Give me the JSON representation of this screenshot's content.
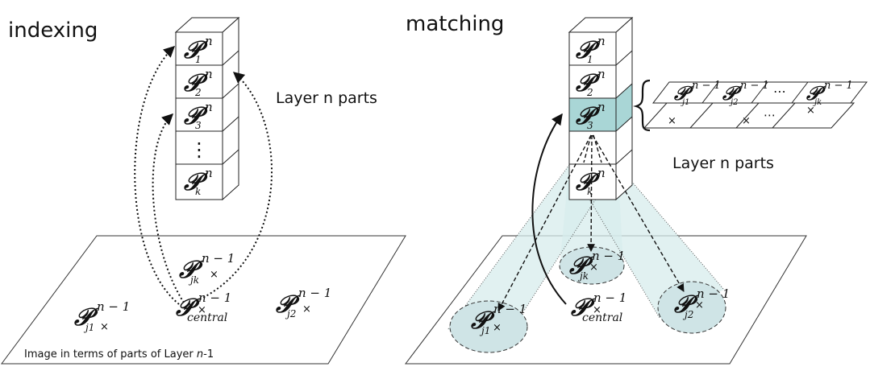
{
  "left": {
    "heading": "indexing",
    "layer_label": "Layer n parts",
    "caption_prefix": "Image in terms of parts of Layer ",
    "caption_var": "n",
    "caption_suffix": "-1",
    "stack": [
      {
        "sym": "𝒫",
        "sub": "1",
        "sup": "n"
      },
      {
        "sym": "𝒫",
        "sub": "2",
        "sup": "n"
      },
      {
        "sym": "𝒫",
        "sub": "3",
        "sup": "n"
      },
      {
        "sym": "⋮",
        "sub": "",
        "sup": ""
      },
      {
        "sym": "𝒫",
        "sub": "k",
        "sup": "n"
      }
    ],
    "plane_parts": [
      {
        "sym": "𝒫",
        "sub": "jk",
        "sup": "n − 1",
        "mark": "×"
      },
      {
        "sym": "𝒫",
        "sub": "central",
        "sup": "n − 1",
        "mark": "×"
      },
      {
        "sym": "𝒫",
        "sub": "j2",
        "sup": "n − 1",
        "mark": "×"
      },
      {
        "sym": "𝒫",
        "sub": "j1",
        "sup": "n − 1",
        "mark": "×"
      }
    ]
  },
  "right": {
    "heading": "matching",
    "layer_label": "Layer n parts",
    "stack": [
      {
        "sym": "𝒫",
        "sub": "1",
        "sup": "n"
      },
      {
        "sym": "𝒫",
        "sub": "2",
        "sup": "n"
      },
      {
        "sym": "𝒫",
        "sub": "3",
        "sup": "n"
      },
      {
        "sym": "",
        "sub": "",
        "sup": ""
      },
      {
        "sym": "𝒫",
        "sub": "k",
        "sup": "n"
      }
    ],
    "table_top": [
      {
        "sym": "𝒫",
        "sub": "j1",
        "sup": "n − 1"
      },
      {
        "sym": "𝒫",
        "sub": "j2",
        "sup": "n − 1"
      },
      {
        "sym": "⋯",
        "sub": "",
        "sup": ""
      },
      {
        "sym": "𝒫",
        "sub": "jk",
        "sup": "n − 1"
      }
    ],
    "table_bottom": [
      "×",
      "",
      "×",
      "⋯",
      "×"
    ],
    "plane_parts": [
      {
        "sym": "𝒫",
        "sub": "jk",
        "sup": "n − 1",
        "mark": "×"
      },
      {
        "sym": "𝒫",
        "sub": "central",
        "sup": "n − 1",
        "mark": "×"
      },
      {
        "sym": "𝒫",
        "sub": "j1",
        "sup": "n − 1",
        "mark": "×"
      },
      {
        "sym": "𝒫",
        "sub": "j2",
        "sup": "n − 1",
        "mark": "×"
      }
    ]
  },
  "colors": {
    "highlight": "#a9d6d6",
    "cone": "#d7ecec",
    "ellipse": "#cfe4e6"
  }
}
